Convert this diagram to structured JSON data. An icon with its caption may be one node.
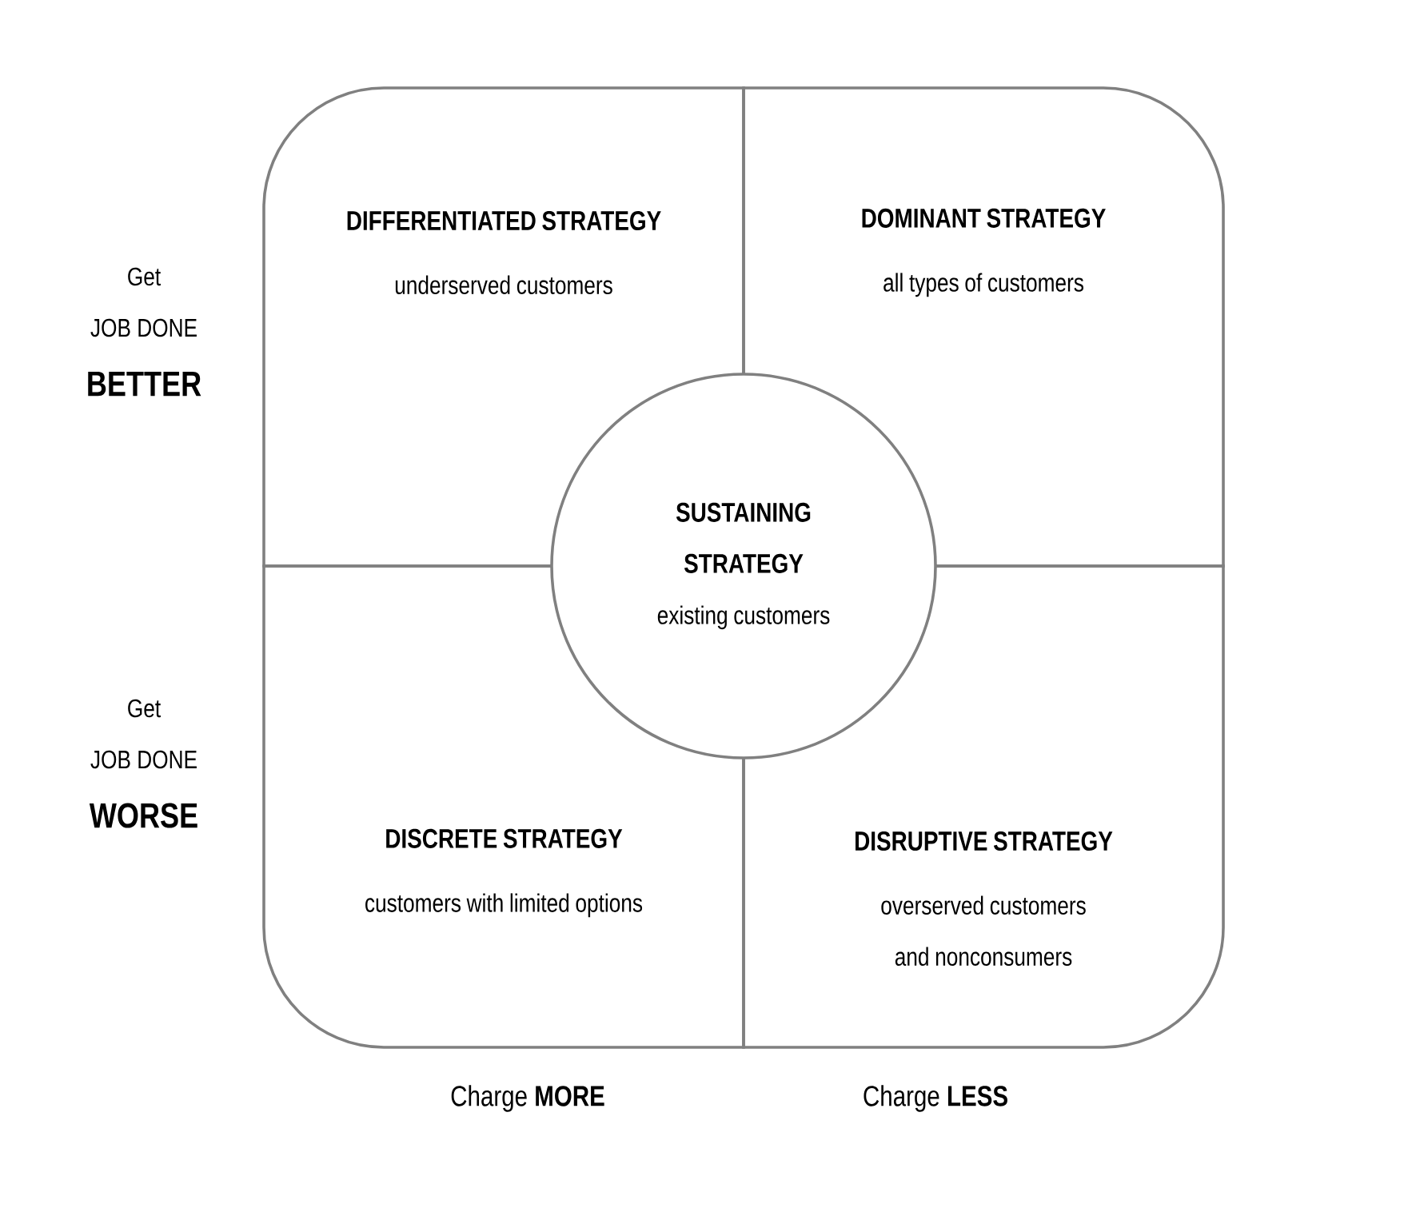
{
  "diagram": {
    "nodes": [
      {
        "text": [
          "DIFFERENTIATED STRATEGY",
          "underserved customers"
        ]
      },
      {
        "text": [
          "DOMINANT STRATEGY",
          "all types of customers"
        ]
      },
      {
        "text": [
          "DISCRETE STRATEGY",
          "customers with limited options"
        ]
      },
      {
        "text": [
          "DISRUPTIVE STRATEGY",
          "overserved customers and nonconsumers"
        ]
      },
      {
        "text": [
          "SUSTAINING STRATEGY",
          "existing customers"
        ]
      }
    ],
    "labels": [
      "Get",
      "JOB DONE",
      "BETTER",
      "Get",
      "JOB DONE",
      "WORSE",
      "Charge **MORE**",
      "Charge **LESS**"
    ]
  }
}
